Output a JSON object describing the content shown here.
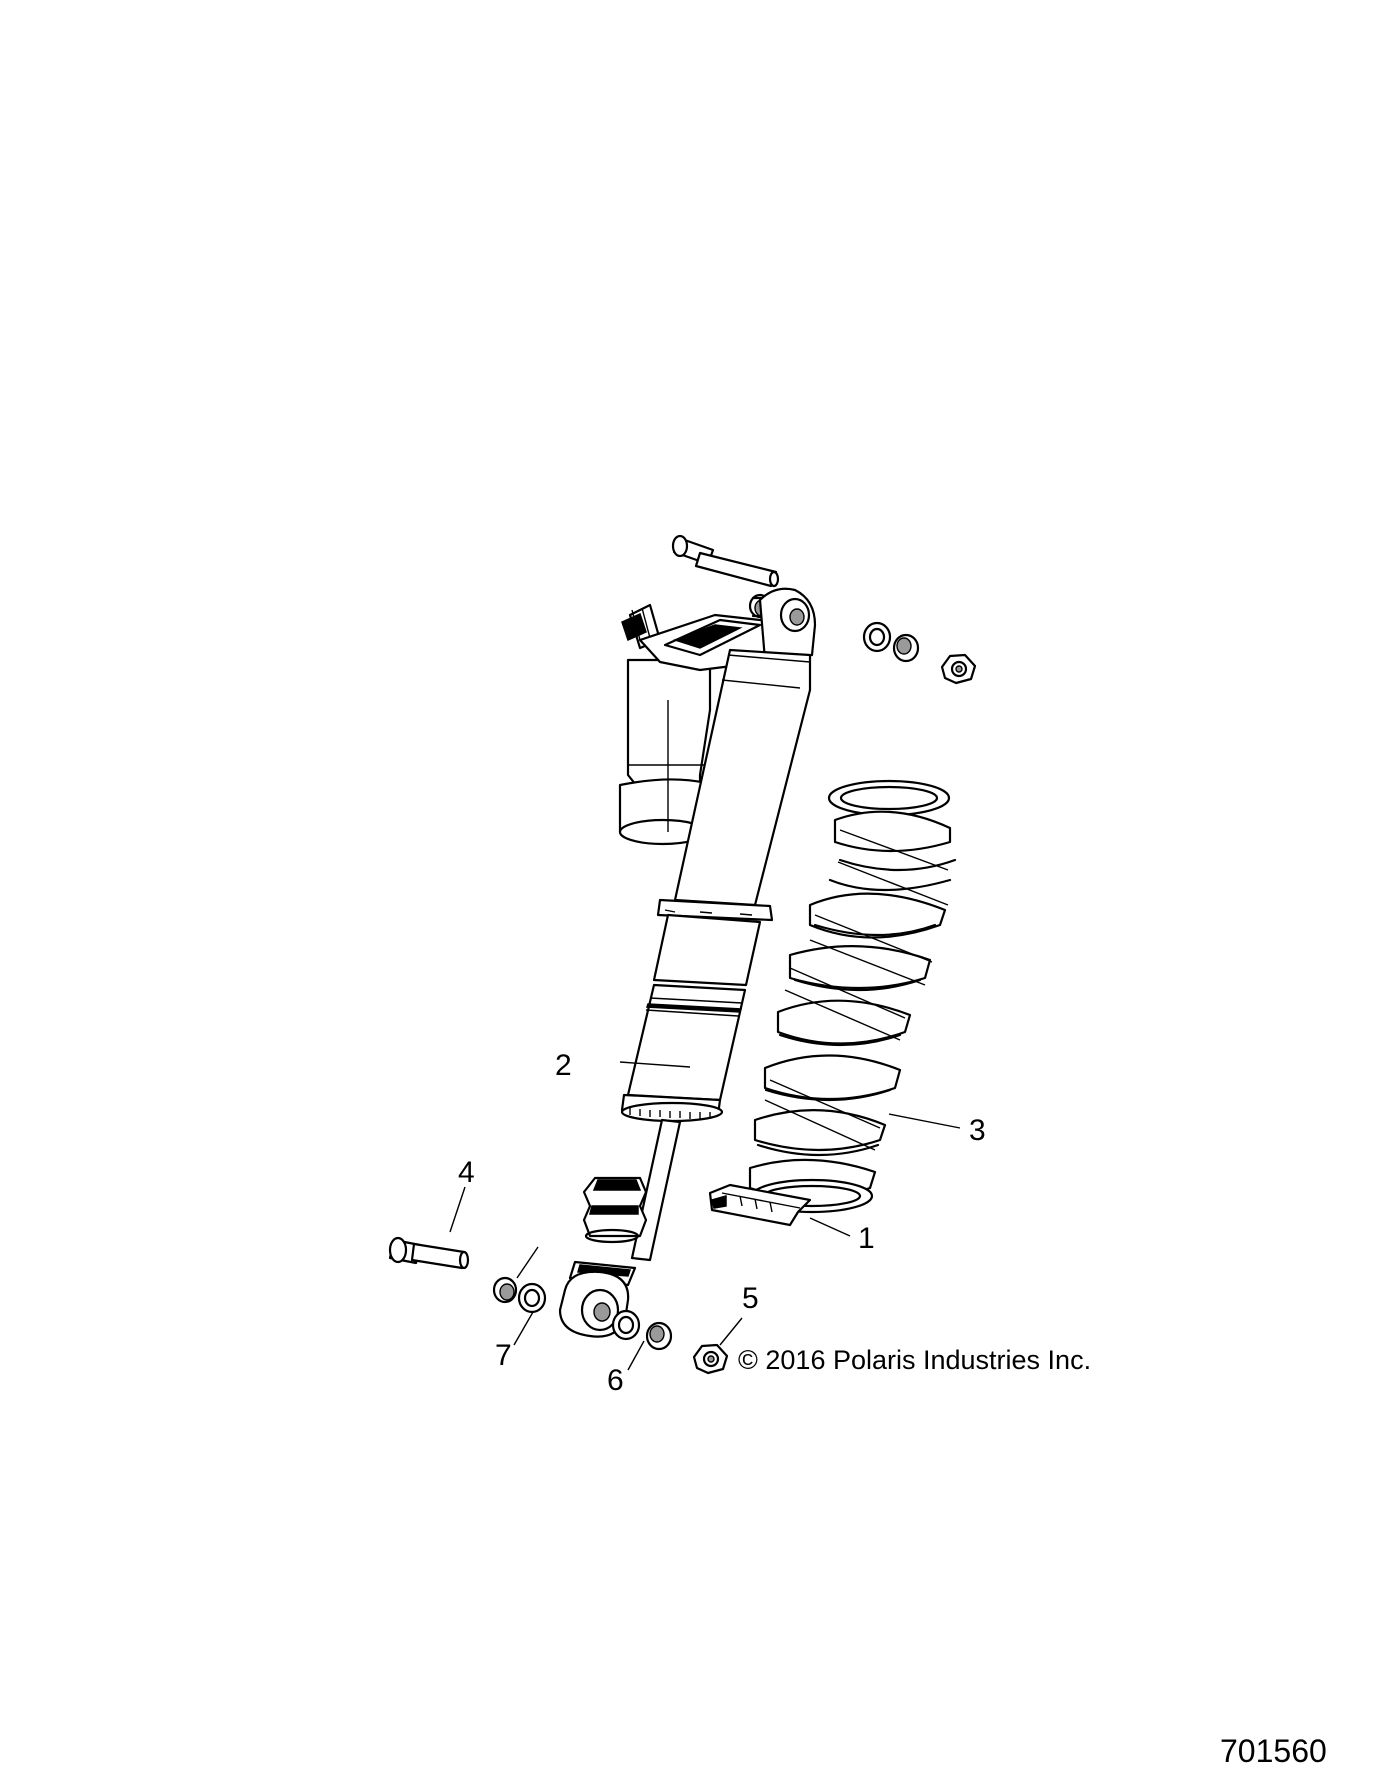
{
  "diagram": {
    "callouts": [
      {
        "id": "1",
        "label": "1"
      },
      {
        "id": "2",
        "label": "2"
      },
      {
        "id": "3",
        "label": "3"
      },
      {
        "id": "4",
        "label": "4"
      },
      {
        "id": "5",
        "label": "5"
      },
      {
        "id": "6",
        "label": "6"
      },
      {
        "id": "7",
        "label": "7"
      }
    ],
    "copyright": "© 2016 Polaris Industries Inc.",
    "figure_number": "701560"
  },
  "colors": {
    "line": "#000000",
    "background": "#ffffff",
    "shade": "#9a9a9a"
  }
}
